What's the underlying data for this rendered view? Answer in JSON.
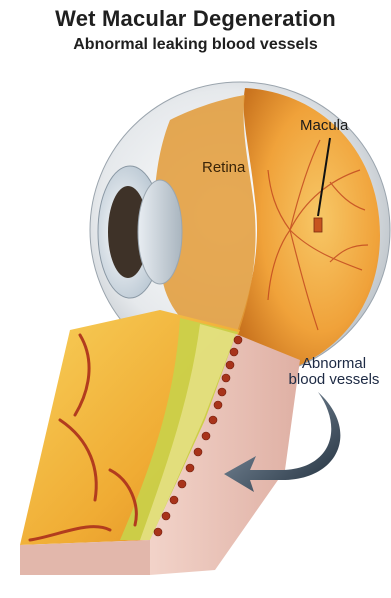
{
  "header": {
    "title": "Wet Macular Degeneration",
    "subtitle": "Abnormal leaking blood vessels"
  },
  "labels": {
    "retina": "Retina",
    "macula": "Macula",
    "abnormal_line1": "Abnormal",
    "abnormal_line2": "blood vessels"
  },
  "colors": {
    "background": "#ffffff",
    "sclera": "#e9ecef",
    "retina": "#f0a83a",
    "tissue": "#f2c04a",
    "layer_green": "#c9d24a",
    "vessel": "#b23c1e",
    "arrow": "#2b3a4a",
    "block_side": "#e9c2b8"
  }
}
